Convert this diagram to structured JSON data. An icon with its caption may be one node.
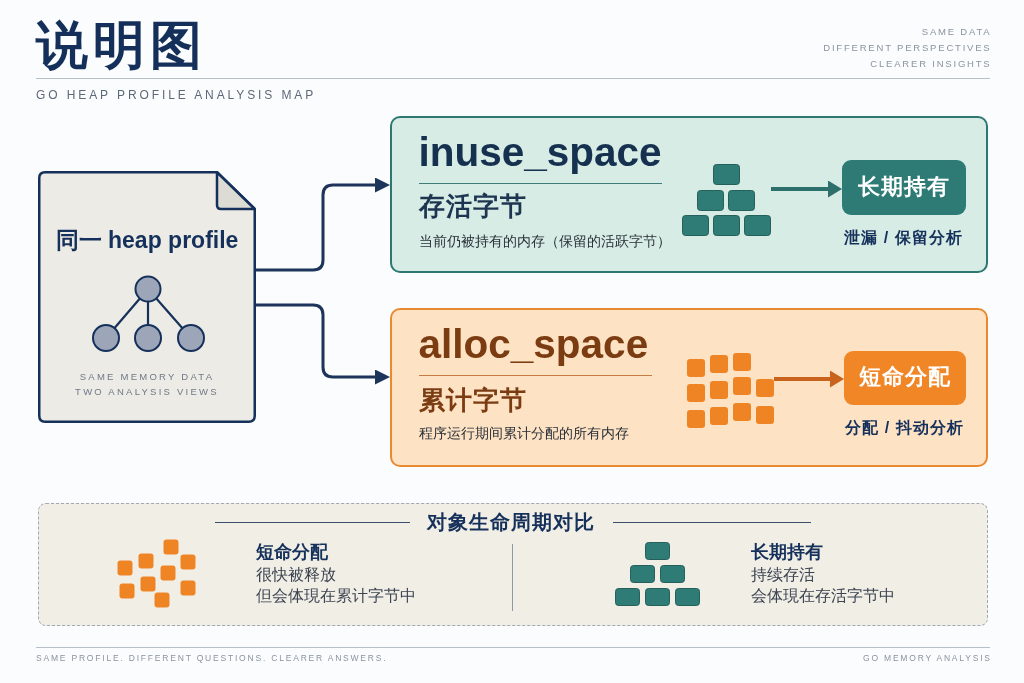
{
  "diagram": {
    "title": "说明图",
    "nodes": [
      {
        "text": [
          "同一 heap profile",
          "SAME MEMORY DATA TWO ANALYSIS VIEWS"
        ]
      },
      {
        "text": [
          "inuse_space",
          "存活字节",
          "当前仍被持有的内存（保留的活跃字节）"
        ]
      },
      {
        "text": [],
        "shape": "picture",
        "in": 1
      },
      {
        "text": [
          "长期持有"
        ],
        "in": 1,
        "beside": [
          "泄漏 / 保留分析"
        ]
      },
      {
        "text": [
          "alloc_space",
          "累计字节",
          "程序运行期间累计分配的所有内存"
        ]
      },
      {
        "text": [],
        "shape": "picture",
        "in": 4
      },
      {
        "text": [
          "短命分配"
        ],
        "in": 4,
        "beside": [
          "分配 / 抖动分析"
        ]
      },
      {
        "text": [
          "对象生命周期对比",
          "短命分配",
          "很快被释放",
          "但会体現在累计字节中",
          "长期持有",
          "持续存活",
          "会体現在存活字节中"
        ]
      }
    ],
    "edges": [
      {
        "from": 0,
        "to": 1,
        "arrow": "to"
      },
      {
        "from": 0,
        "to": 4,
        "arrow": "to"
      },
      {
        "from": 2,
        "to": 3,
        "arrow": "to",
        "color": "#2c6f6b"
      },
      {
        "from": 5,
        "to": 6,
        "arrow": "to",
        "color": "#c9621c"
      }
    ],
    "labels": [
      "SAME DATA",
      "DIFFERENT PERSPECTIVES",
      "CLEARER INSIGHTS",
      "GO HEAP PROFILE ANALYSIS MAP",
      "SAME PROFILE. DIFFERENT QUESTIONS. CLEARER ANSWERS.",
      "GO MEMORY ANALYSIS"
    ]
  }
}
